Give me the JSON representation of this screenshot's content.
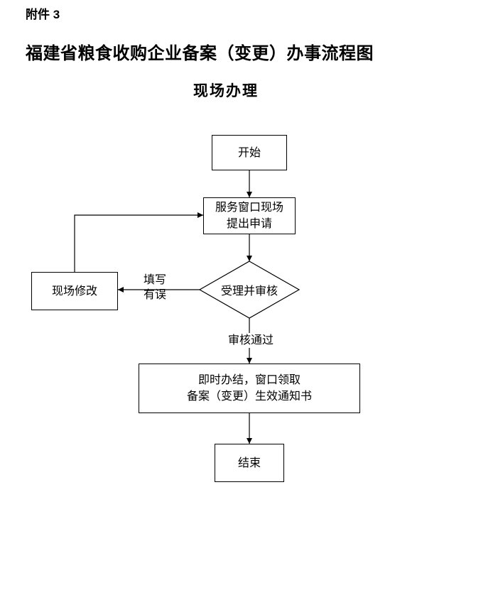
{
  "page": {
    "attachment": "附件 3",
    "title": "福建省粮食收购企业备案（变更）办事流程图",
    "subtitle": "现场办理"
  },
  "flowchart": {
    "start": "开始",
    "apply_line1": "服务窗口现场",
    "apply_line2": "提出申请",
    "review": "受理并审核",
    "modify": "现场修改",
    "error_label_line1": "填写",
    "error_label_line2": "有误",
    "pass_label": "审核通过",
    "result_line1": "即时办结，窗口领取",
    "result_line2": "备案（变更）生效通知书",
    "end": "结束"
  }
}
